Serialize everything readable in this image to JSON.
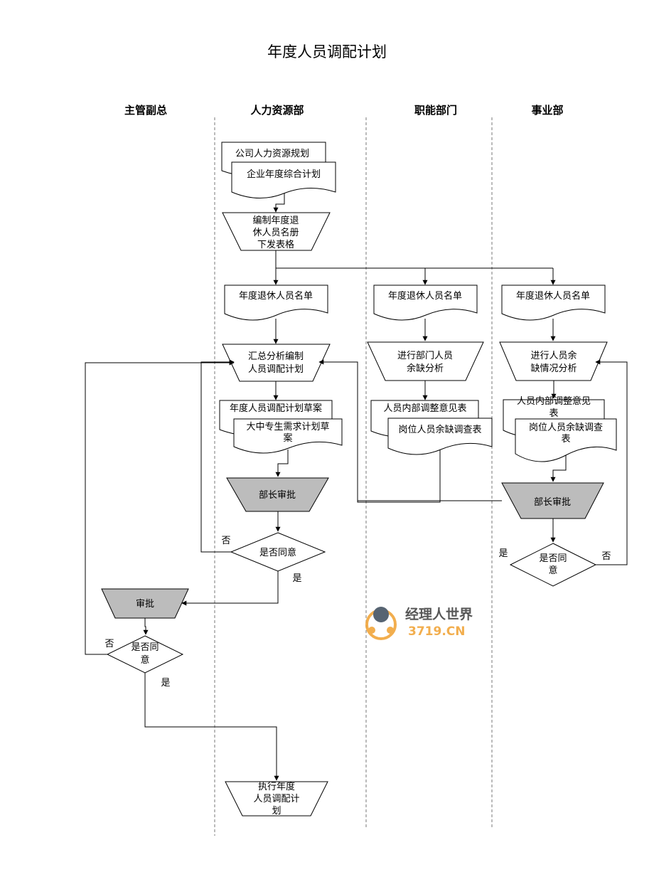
{
  "title": "年度人员调配计划",
  "lanes": [
    "主管副总",
    "人力资源部",
    "职能部门",
    "事业部"
  ],
  "hr": {
    "doc_plan": "公司人力资源规划",
    "doc_annual": "企业年度综合计划",
    "compile_list": [
      "编制年度退",
      "休人员名册",
      "下发表格"
    ],
    "retire_list": "年度退休人员名单",
    "summarize": [
      "汇总分析编制",
      "人员调配计划"
    ],
    "draft": "年度人员调配计划草案",
    "college": [
      "大中专生需求计划草",
      "案"
    ],
    "minister_approve": "部长审批",
    "agree": "是否同意",
    "no": "否",
    "yes": "是",
    "execute": [
      "执行年度",
      "人员调配计",
      "划"
    ]
  },
  "func": {
    "retire_list": "年度退休人员名单",
    "analysis": [
      "进行部门人员",
      "余缺分析"
    ],
    "internal": "人员内部调整意见表",
    "survey": "岗位人员余缺调查表"
  },
  "biz": {
    "retire_list": "年度退休人员名单",
    "analysis": [
      "进行人员余",
      "缺情况分析"
    ],
    "internal": [
      "人员内部调整意见",
      "表"
    ],
    "survey": [
      "岗位人员余缺调查",
      "表"
    ],
    "minister_approve": "部长审批",
    "agree": [
      "是否同",
      "意"
    ],
    "yes": "是",
    "no": "否"
  },
  "vp": {
    "approve": "审批",
    "agree": [
      "是否同",
      "意"
    ],
    "no": "否",
    "yes": "是"
  },
  "watermark": {
    "cn": "经理人世界",
    "en": "3719.CN"
  }
}
